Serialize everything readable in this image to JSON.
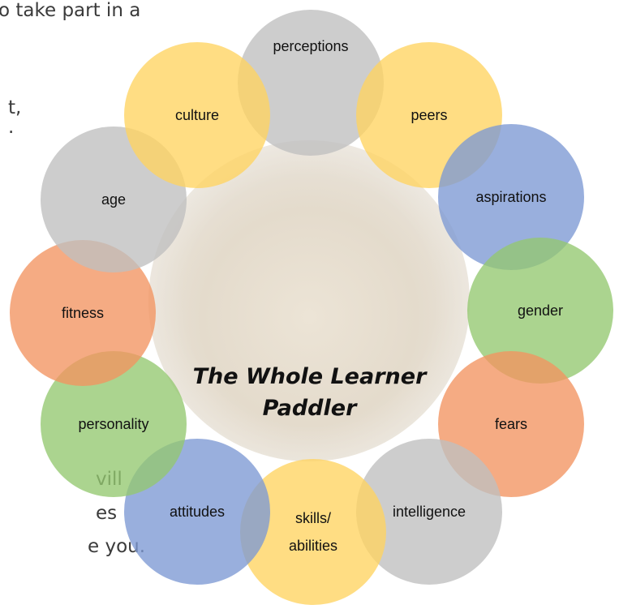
{
  "background_text": [
    "o take part in a",
    "t,",
    ".",
    "vill",
    "es",
    "e you."
  ],
  "diagram": {
    "center_title_line1": "The Whole Learner",
    "center_title_line2": "Paddler",
    "nodes": [
      {
        "label": "perceptions",
        "color": "#BFBFBF"
      },
      {
        "label": "peers",
        "color": "#FFD460"
      },
      {
        "label": "aspirations",
        "color": "#7C98D4"
      },
      {
        "label": "gender",
        "color": "#94C870"
      },
      {
        "label": "fears",
        "color": "#F29460"
      },
      {
        "label": "intelligence",
        "color": "#BFBFBF"
      },
      {
        "label_line1": "skills/",
        "label_line2": "abilities",
        "color": "#FFD460"
      },
      {
        "label": "attitudes",
        "color": "#7C98D4"
      },
      {
        "label": "personality",
        "color": "#94C870"
      },
      {
        "label": "fitness",
        "color": "#F29460"
      },
      {
        "label": "age",
        "color": "#BFBFBF"
      },
      {
        "label": "culture",
        "color": "#FFD460"
      }
    ]
  }
}
